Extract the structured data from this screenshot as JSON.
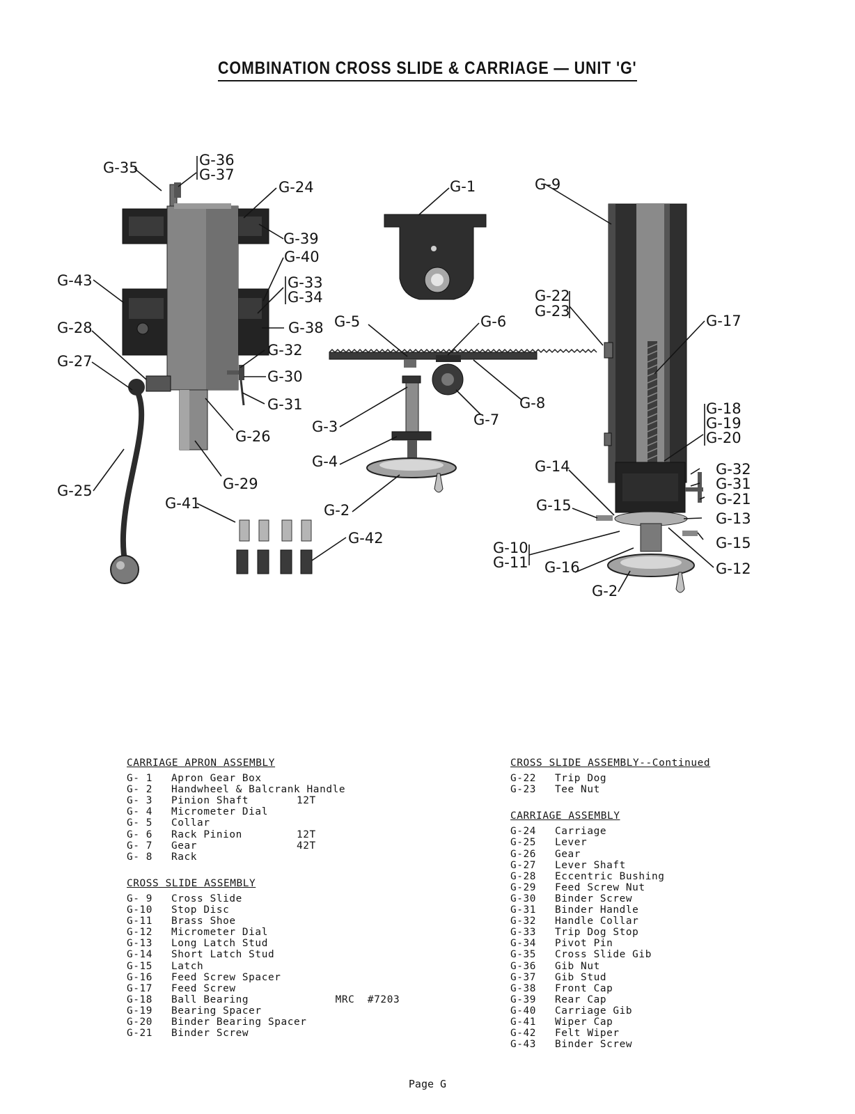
{
  "title": "COMBINATION CROSS SLIDE & CARRIAGE — UNIT 'G'",
  "callouts": {
    "g35": "G-35",
    "g36": "G-36",
    "g37": "G-37",
    "g24": "G-24",
    "g39": "G-39",
    "g40": "G-40",
    "g43": "G-43",
    "g33": "G-33",
    "g34": "G-34",
    "g28": "G-28",
    "g38": "G-38",
    "g32a": "G-32",
    "g27": "G-27",
    "g30": "G-30",
    "g31a": "G-31",
    "g26": "G-26",
    "g25": "G-25",
    "g29": "G-29",
    "g41": "G-41",
    "g42": "G-42",
    "g1": "G-1",
    "g5": "G-5",
    "g6": "G-6",
    "g8": "G-8",
    "g3": "G-3",
    "g7": "G-7",
    "g4": "G-4",
    "g2a": "G-2",
    "g9": "G-9",
    "g22": "G-22",
    "g23": "G-23",
    "g17": "G-17",
    "g18": "G-18",
    "g19": "G-19",
    "g20": "G-20",
    "g14": "G-14",
    "g32b": "G-32",
    "g31b": "G-31",
    "g21": "G-21",
    "g15a": "G-15",
    "g13": "G-13",
    "g15b": "G-15",
    "g10": "G-10",
    "g11": "G-11",
    "g16": "G-16",
    "g12": "G-12",
    "g2b": "G-2"
  },
  "left_lists": [
    {
      "heading": "CARRIAGE APRON ASSEMBLY",
      "items": [
        {
          "code": "G- 1",
          "name": "Apron Gear Box",
          "extra": ""
        },
        {
          "code": "G- 2",
          "name": "Handwheel & Balcrank Handle",
          "extra": ""
        },
        {
          "code": "G- 3",
          "name": "Pinion Shaft",
          "extra": "12T"
        },
        {
          "code": "G- 4",
          "name": "Micrometer Dial",
          "extra": ""
        },
        {
          "code": "G- 5",
          "name": "Collar",
          "extra": ""
        },
        {
          "code": "G- 6",
          "name": "Rack Pinion",
          "extra": "12T"
        },
        {
          "code": "G- 7",
          "name": "Gear",
          "extra": "42T"
        },
        {
          "code": "G- 8",
          "name": "Rack",
          "extra": ""
        }
      ]
    },
    {
      "heading": "CROSS SLIDE ASSEMBLY",
      "items": [
        {
          "code": "G- 9",
          "name": "Cross Slide",
          "extra": ""
        },
        {
          "code": "G-10",
          "name": "Stop Disc",
          "extra": ""
        },
        {
          "code": "G-11",
          "name": "Brass Shoe",
          "extra": ""
        },
        {
          "code": "G-12",
          "name": "Micrometer Dial",
          "extra": ""
        },
        {
          "code": "G-13",
          "name": "Long Latch Stud",
          "extra": ""
        },
        {
          "code": "G-14",
          "name": "Short Latch Stud",
          "extra": ""
        },
        {
          "code": "G-15",
          "name": "Latch",
          "extra": ""
        },
        {
          "code": "G-16",
          "name": "Feed Screw Spacer",
          "extra": ""
        },
        {
          "code": "G-17",
          "name": "Feed Screw",
          "extra": ""
        },
        {
          "code": "G-18",
          "name": "Ball Bearing",
          "extra": "      MRC  #7203"
        },
        {
          "code": "G-19",
          "name": "Bearing Spacer",
          "extra": ""
        },
        {
          "code": "G-20",
          "name": "Binder Bearing Spacer",
          "extra": ""
        },
        {
          "code": "G-21",
          "name": "Binder Screw",
          "extra": ""
        }
      ]
    }
  ],
  "right_lists": [
    {
      "heading": "CROSS SLIDE ASSEMBLY--Continued",
      "items": [
        {
          "code": "G-22",
          "name": "Trip Dog",
          "extra": ""
        },
        {
          "code": "G-23",
          "name": "Tee Nut",
          "extra": ""
        }
      ]
    },
    {
      "heading": "CARRIAGE ASSEMBLY",
      "items": [
        {
          "code": "G-24",
          "name": "Carriage",
          "extra": ""
        },
        {
          "code": "G-25",
          "name": "Lever",
          "extra": ""
        },
        {
          "code": "G-26",
          "name": "Gear",
          "extra": ""
        },
        {
          "code": "G-27",
          "name": "Lever Shaft",
          "extra": ""
        },
        {
          "code": "G-28",
          "name": "Eccentric Bushing",
          "extra": ""
        },
        {
          "code": "G-29",
          "name": "Feed Screw Nut",
          "extra": ""
        },
        {
          "code": "G-30",
          "name": "Binder Screw",
          "extra": ""
        },
        {
          "code": "G-31",
          "name": "Binder Handle",
          "extra": ""
        },
        {
          "code": "G-32",
          "name": "Handle Collar",
          "extra": ""
        },
        {
          "code": "G-33",
          "name": "Trip Dog Stop",
          "extra": ""
        },
        {
          "code": "G-34",
          "name": "Pivot Pin",
          "extra": ""
        },
        {
          "code": "G-35",
          "name": "Cross Slide Gib",
          "extra": ""
        },
        {
          "code": "G-36",
          "name": "Gib Nut",
          "extra": ""
        },
        {
          "code": "G-37",
          "name": "Gib Stud",
          "extra": ""
        },
        {
          "code": "G-38",
          "name": "Front Cap",
          "extra": ""
        },
        {
          "code": "G-39",
          "name": "Rear Cap",
          "extra": ""
        },
        {
          "code": "G-40",
          "name": "Carriage Gib",
          "extra": ""
        },
        {
          "code": "G-41",
          "name": "Wiper Cap",
          "extra": ""
        },
        {
          "code": "G-42",
          "name": "Felt Wiper",
          "extra": ""
        },
        {
          "code": "G-43",
          "name": "Binder Screw",
          "extra": ""
        }
      ]
    }
  ],
  "page_label": "Page G"
}
